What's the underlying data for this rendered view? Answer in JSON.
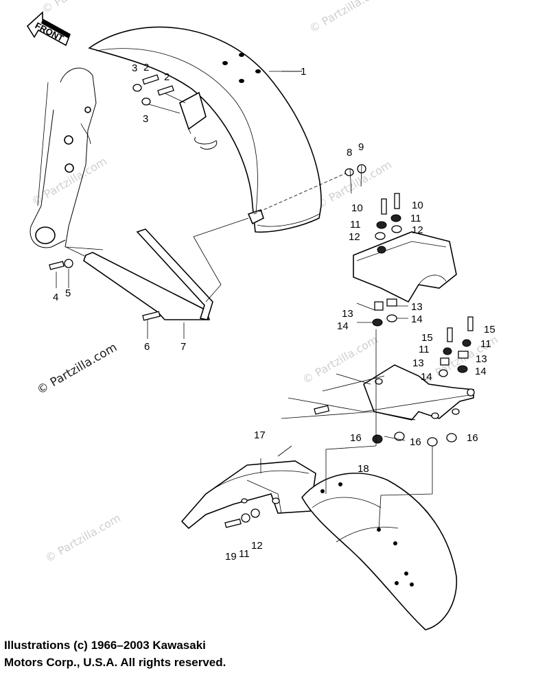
{
  "watermark": "© Partzilla.com",
  "front_arrow_label": "FRONT",
  "copyright": {
    "line1": "Illustrations (c) 1966–2003 Kawasaki",
    "line2": "Motors Corp., U.S.A.  All rights reserved."
  },
  "callouts": {
    "c1": "1",
    "c2a": "2",
    "c2b": "2",
    "c3a": "3",
    "c3b": "3",
    "c4": "4",
    "c5": "5",
    "c6": "6",
    "c7": "7",
    "c8": "8",
    "c9": "9",
    "c10a": "10",
    "c10b": "10",
    "c11a": "11",
    "c11b": "11",
    "c11c": "11",
    "c11d": "11",
    "c11e": "11",
    "c12a": "12",
    "c12b": "12",
    "c12c": "12",
    "c13a": "13",
    "c13b": "13",
    "c13c": "13",
    "c13d": "13",
    "c14a": "14",
    "c14b": "14",
    "c14c": "14",
    "c14d": "14",
    "c15a": "15",
    "c15b": "15",
    "c16a": "16",
    "c16b": "16",
    "c16c": "16",
    "c17": "17",
    "c18": "18",
    "c19": "19"
  }
}
